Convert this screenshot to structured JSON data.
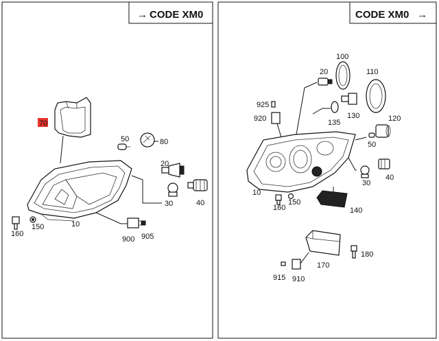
{
  "left_panel": {
    "header": "CODE XM0",
    "header_arrow": "→",
    "highlight_color": "#e8332f",
    "callouts": {
      "p70": "70",
      "p50": "50",
      "p80": "80",
      "p20": "20",
      "p30": "30",
      "p40": "40",
      "p150": "150",
      "p10": "10",
      "p160": "160",
      "p900": "900",
      "p905": "905"
    }
  },
  "right_panel": {
    "header": "CODE XM0",
    "header_arrow": "→",
    "callouts": {
      "p100": "100",
      "p20": "20",
      "p110": "110",
      "p925": "925",
      "p920": "920",
      "p135": "135",
      "p130": "130",
      "p120": "120",
      "p50": "50",
      "p10": "10",
      "p150": "150",
      "p160": "160",
      "p140": "140",
      "p30": "30",
      "p40": "40",
      "p180": "180",
      "p170": "170",
      "p915": "915",
      "p910": "910"
    }
  }
}
